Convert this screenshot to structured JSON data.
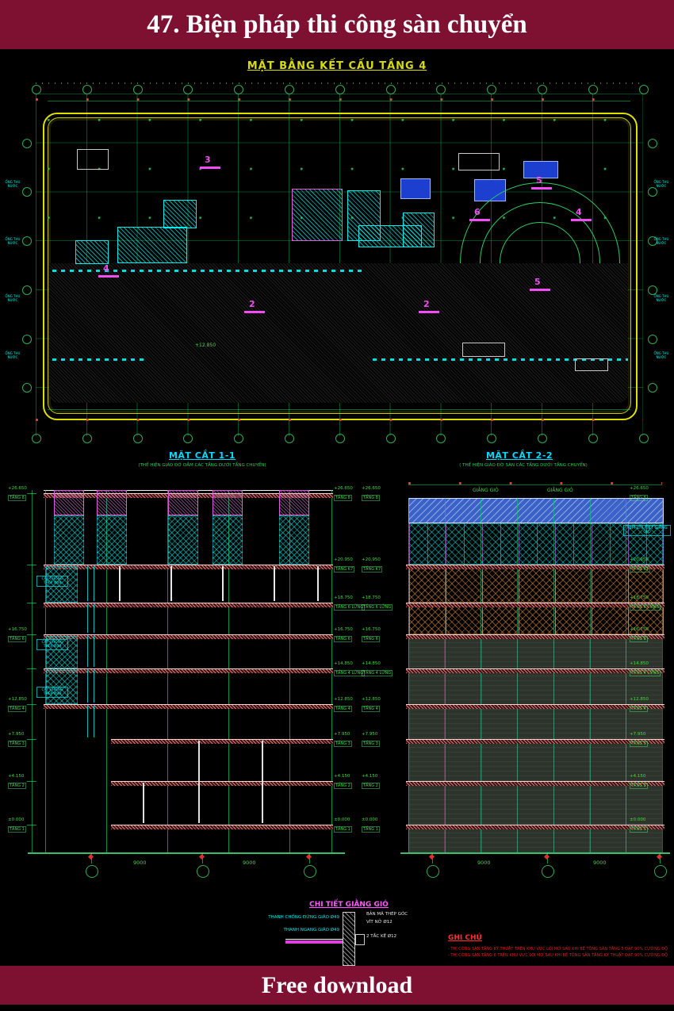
{
  "header": {
    "title": "47. Biện pháp thi công  sàn chuyển"
  },
  "footer": {
    "title": "Free download"
  },
  "plan": {
    "title": "MẶT BẰNG KẾT CẤU TẦNG 4",
    "zone_numbers": [
      "3",
      "5",
      "6",
      "4",
      "4",
      "2",
      "2",
      "5"
    ],
    "level_note": "+12.850",
    "drain_label": "ỐNG THU NƯỚC"
  },
  "sections": {
    "left": {
      "title": "MẶT CẮT 1-1",
      "subtitle": "(THỂ HIỆN GIÁO ĐỠ DẦM CÁC TẦNG DƯỚI TẦNG CHUYỂN)"
    },
    "right": {
      "title": "MẶT CẮT 2-2",
      "subtitle": "( THỂ HIỆN GIÁO ĐỠ SÀN CÁC TẦNG DƯỚI TẦNG CHUYỂN)"
    },
    "floors": [
      {
        "level": "+26.650",
        "name": "TẦNG 8"
      },
      {
        "level": "+20.950",
        "name": "TẦNG K7"
      },
      {
        "level": "+18.750",
        "name": "TẦNG 6 LỬNG"
      },
      {
        "level": "+16.750",
        "name": "TẦNG 6"
      },
      {
        "level": "+14.850",
        "name": "TẦNG 4 LỬNG"
      },
      {
        "level": "+12.850",
        "name": "TẦNG 4"
      },
      {
        "level": "+7.950",
        "name": "TẦNG 3"
      },
      {
        "level": "+4.150",
        "name": "TẦNG 2"
      },
      {
        "level": "±0.000",
        "name": "TẦNG 1"
      }
    ],
    "prop_label": "CÂY CHỐNG THÉP Ø48",
    "brace_label": "GIẰNG GIÓ",
    "detail_ref": "XEM CHI TIẾT GIẰNG GIÓ",
    "dim_9000": "9000"
  },
  "detail": {
    "title": "CHI TIẾT GIẰNG GIÓ",
    "labels": [
      "THANH CHỐNG ĐỨNG GIÁO Ø49",
      "THANH NGANG GIÁO Ø49",
      "BẢN MÃ THÉP GÓC",
      "VÍT NỞ Ø12",
      "2 TẮC KÊ Ø12"
    ]
  },
  "notes": {
    "title": "GHI CHÚ",
    "items": [
      "- THI CÔNG SÀN TẦNG KỸ THUẬT TRÊN KHU VỰC LÕI MỞ SAU KHI BÊ TÔNG SÀN TẦNG 5 ĐẠT 90% CƯỜNG ĐỘ",
      "- THI CÔNG SÀN TẦNG 6 TRÊN KHU VỰC LÕI MỞ SAU KHI BÊ TÔNG SÀN TẦNG KỸ THUẬT ĐẠT 90% CƯỜNG ĐỘ"
    ]
  },
  "colors": {
    "banner": "#7e1132",
    "cad_green": "#3ddc3d",
    "cad_cyan": "#00eeee",
    "cad_magenta": "#f24df2",
    "cad_yellow": "#d8dc00"
  }
}
